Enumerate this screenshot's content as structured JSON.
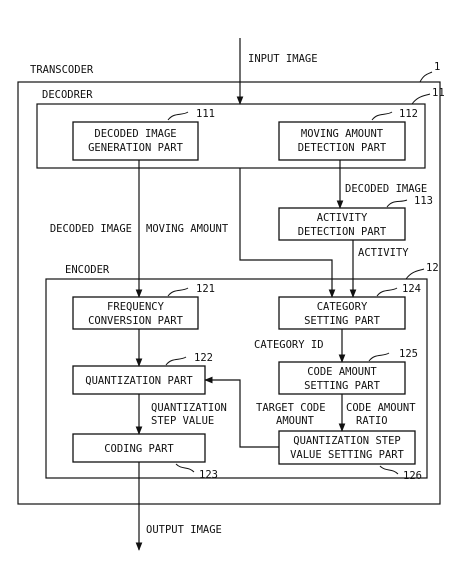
{
  "transcoder": {
    "label": "TRANSCODER",
    "ref": "1"
  },
  "decoder": {
    "label": "DECODRER",
    "ref": "11",
    "decoded_image_generation": {
      "line1": "DECODED IMAGE",
      "line2": "GENERATION PART",
      "ref": "111"
    },
    "moving_amount_detection": {
      "line1": "MOVING AMOUNT",
      "line2": "DETECTION PART",
      "ref": "112"
    },
    "activity_detection": {
      "line1": "ACTIVITY",
      "line2": "DETECTION PART",
      "ref": "113"
    }
  },
  "encoder": {
    "label": "ENCODER",
    "ref": "12",
    "frequency_conversion": {
      "line1": "FREQUENCY",
      "line2": "CONVERSION PART",
      "ref": "121"
    },
    "quantization": {
      "line1": "QUANTIZATION PART",
      "ref": "122"
    },
    "coding": {
      "line1": "CODING PART",
      "ref": "123"
    },
    "category_setting": {
      "line1": "CATEGORY",
      "line2": "SETTING PART",
      "ref": "124"
    },
    "code_amount_setting": {
      "line1": "CODE AMOUNT",
      "line2": "SETTING PART",
      "ref": "125"
    },
    "quantization_step_value_setting": {
      "line1": "QUANTIZATION STEP",
      "line2": "VALUE SETTING PART",
      "ref": "126"
    }
  },
  "signals": {
    "input_image": "INPUT IMAGE",
    "output_image": "OUTPUT IMAGE",
    "decoded_image_left": "DECODED IMAGE",
    "moving_amount": "MOVING AMOUNT",
    "decoded_image_right": "DECODED IMAGE",
    "activity": "ACTIVITY",
    "category_id": "CATEGORY ID",
    "quantization_step_value_line1": "QUANTIZATION",
    "quantization_step_value_line2": "STEP VALUE",
    "target_code_amount_line1": "TARGET CODE",
    "target_code_amount_line2": "AMOUNT",
    "code_amount_ratio_line1": "CODE AMOUNT",
    "code_amount_ratio_line2": "RATIO"
  }
}
